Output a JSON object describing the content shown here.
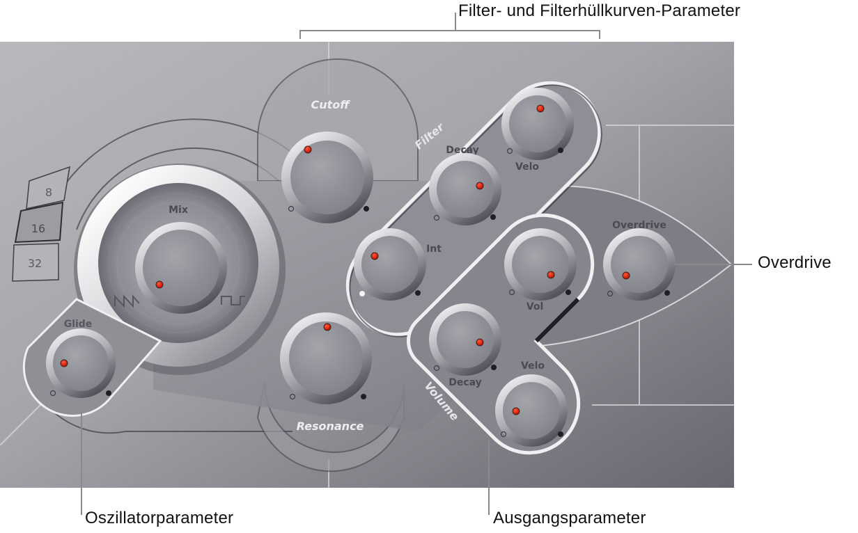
{
  "callouts": {
    "filter": "Filter- und Filterhüllkurven-Parameter",
    "overdrive": "Overdrive",
    "oscillator": "Oszillatorparameter",
    "output": "Ausgangsparameter"
  },
  "panel": {
    "octave_buttons": [
      {
        "label": "8",
        "selected": false
      },
      {
        "label": "16",
        "selected": true
      },
      {
        "label": "32",
        "selected": false
      }
    ],
    "mix": {
      "label": "Mix",
      "left_wave": "sawtooth-icon",
      "right_wave": "square-wave-icon"
    },
    "glide": {
      "label": "Glide"
    },
    "cutoff": {
      "label": "Cutoff"
    },
    "resonance": {
      "label": "Resonance"
    },
    "filter_section": {
      "title": "Filter",
      "int": {
        "label": "Int"
      },
      "decay": {
        "label": "Decay"
      },
      "velo": {
        "label": "Velo"
      }
    },
    "volume_section": {
      "title": "Volume",
      "vol": {
        "label": "Vol"
      },
      "decay": {
        "label": "Decay"
      },
      "velo": {
        "label": "Velo"
      }
    },
    "overdrive": {
      "label": "Overdrive"
    },
    "colors": {
      "indicator": "#e8200f",
      "panel_bg": "#a9a9ad",
      "panel_dark": "#6f7078"
    }
  }
}
